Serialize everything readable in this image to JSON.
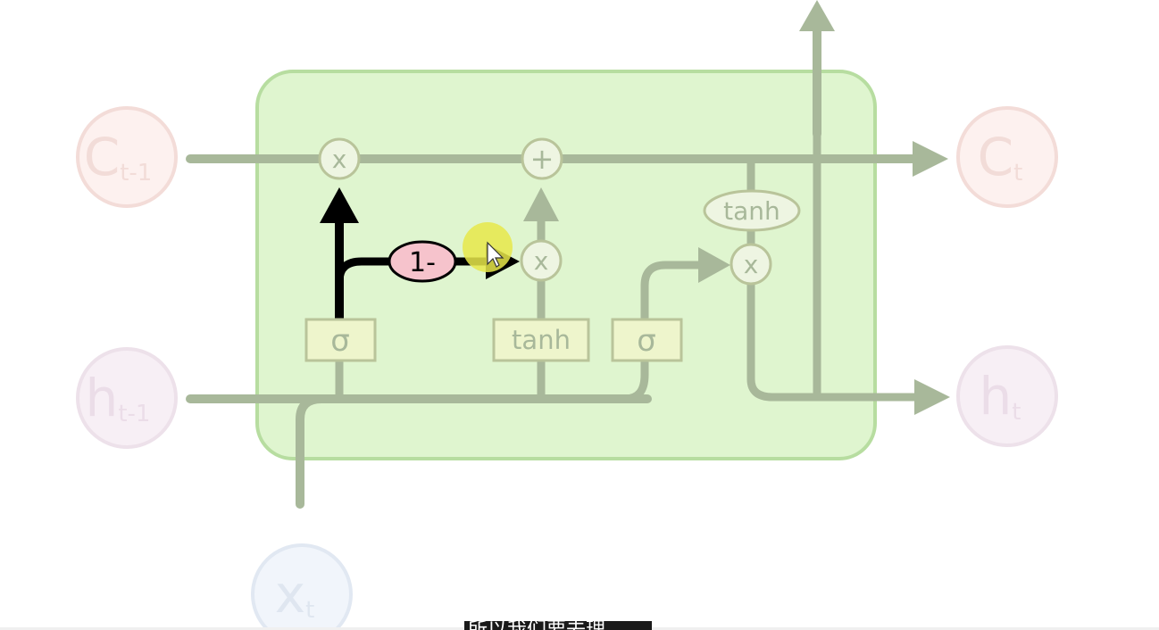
{
  "diagram": {
    "inputs": {
      "c_prev": {
        "base": "C",
        "sub": "t-1"
      },
      "h_prev": {
        "base": "h",
        "sub": "t-1"
      },
      "x_t": {
        "base": "x",
        "sub": "t"
      }
    },
    "outputs": {
      "c_t": {
        "base": "C",
        "sub": "t"
      },
      "h_t": {
        "base": "h",
        "sub": "t"
      }
    },
    "gates": {
      "sigma_1": "σ",
      "tanh_1": "tanh",
      "sigma_2": "σ",
      "tanh_out": "tanh"
    },
    "operators": {
      "mult_forget": "x",
      "add_cell": "+",
      "mult_input": "x",
      "mult_output": "x",
      "one_minus": "1-"
    },
    "colors": {
      "cell_fill": "#dff5cf",
      "cell_border": "#b7dda0",
      "line_faded": "#a8b89a",
      "gate_fill": "#eef5cc",
      "gate_border": "#b9c49a",
      "gate_text": "#a8b89a",
      "highlight_line": "#000000",
      "one_minus_fill": "#f6c3cc",
      "cursor_highlight": "#e8e84a"
    }
  },
  "subtitle": {
    "text": "所以我们要去理"
  }
}
